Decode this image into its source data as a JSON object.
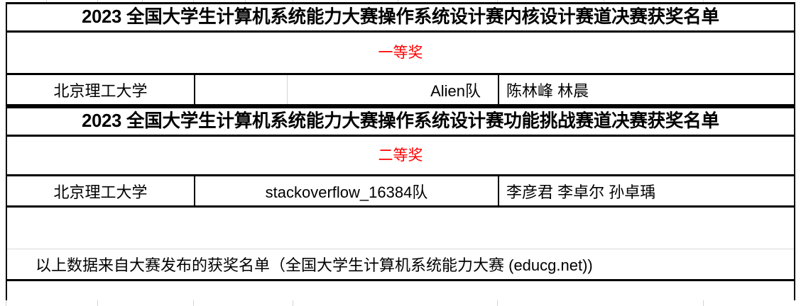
{
  "document": {
    "kind": "award-list-table"
  },
  "colors": {
    "award_red": "#ff0000",
    "border_black": "#000000",
    "gridline_gray": "#d4d4d4"
  },
  "sections": [
    {
      "title": "2023 全国大学生计算机系统能力大赛操作系统设计赛内核设计赛道决赛获奖名单",
      "award": "一等奖",
      "entry": {
        "school": "北京理工大学",
        "blank": "",
        "team": "Alien队",
        "members": "陈林峰 林晨"
      }
    },
    {
      "title": "2023 全国大学生计算机系统能力大赛操作系统设计赛功能挑战赛道决赛获奖名单",
      "award": "二等奖",
      "entry": {
        "school": "北京理工大学",
        "team": "stackoverflow_16384队",
        "members": "李彦君 李卓尔 孙卓瑀"
      }
    }
  ],
  "footer": {
    "note": "以上数据来自大赛发布的获奖名单（全国大学生计算机系统能力大赛 (educg.net))"
  }
}
